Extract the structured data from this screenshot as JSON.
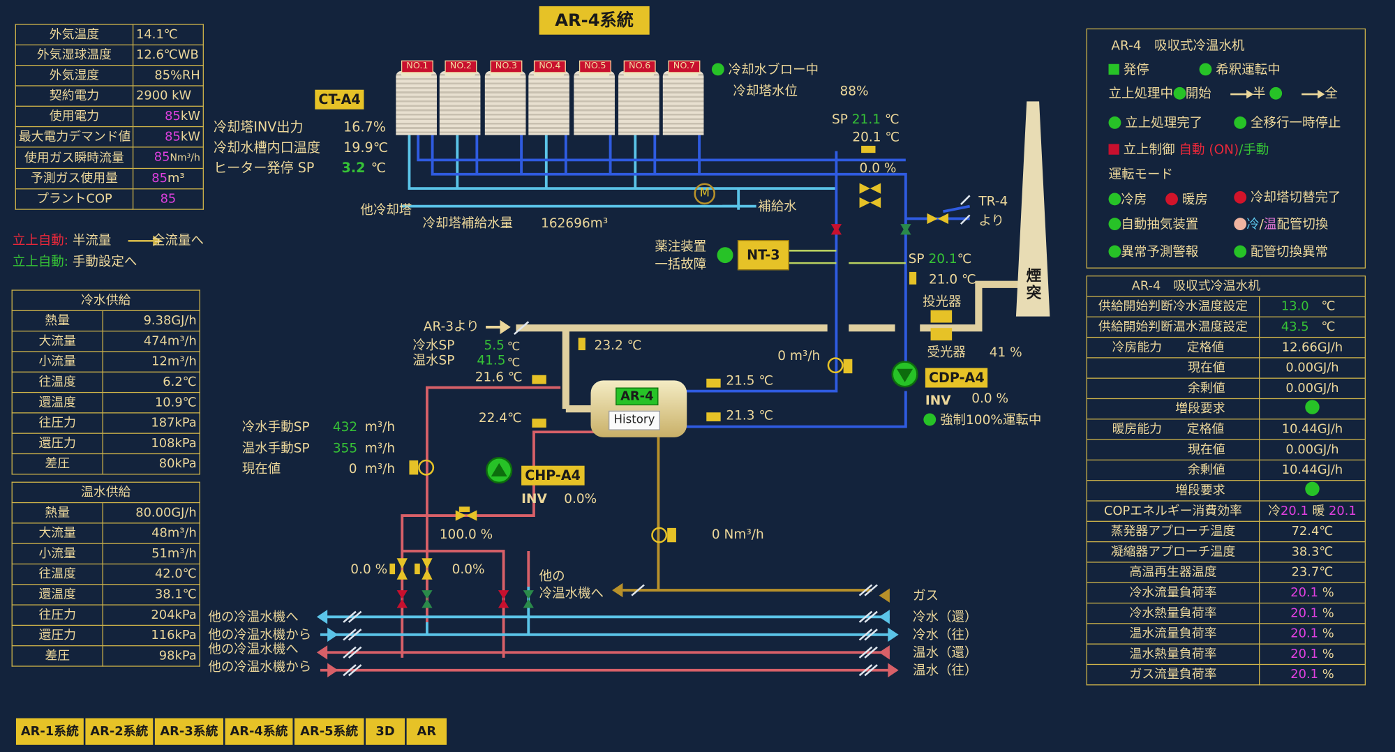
{
  "title": "AR-4系統",
  "top_table": {
    "rows": [
      {
        "label": "外気温度",
        "value": "14.1℃"
      },
      {
        "label": "外気湿球温度",
        "value": "12.6℃WB"
      },
      {
        "label": "外気湿度",
        "value": "85%RH"
      },
      {
        "label": "契約電力",
        "value": "2900 kW"
      },
      {
        "label": "使用電力",
        "value_num": "85",
        "value_unit": "kW"
      },
      {
        "label": "最大電力デマンド値",
        "value_num": "85",
        "value_unit": "kW"
      },
      {
        "label": "使用ガス瞬時流量",
        "value_num": "85",
        "value_unit": "Nm³/h"
      },
      {
        "label": "予測ガス使用量",
        "value_num": "85",
        "value_unit": "m³"
      },
      {
        "label": "プラントCOP",
        "value_num": "85",
        "value_unit": ""
      }
    ]
  },
  "auto_legend": {
    "line1_red": "立上自動:",
    "line1_text_a": "半流量",
    "line1_text_b": "全流量へ",
    "line2_green": "立上自動:",
    "line2_text": "手動設定へ"
  },
  "cold_supply": {
    "header": "冷水供給",
    "rows": [
      {
        "label": "熱量",
        "value": "9.38GJ/h"
      },
      {
        "label": "大流量",
        "value": "474m³/h"
      },
      {
        "label": "小流量",
        "value": "12m³/h"
      },
      {
        "label": "往温度",
        "value": "6.2℃"
      },
      {
        "label": "還温度",
        "value": "10.9℃"
      },
      {
        "label": "往圧力",
        "value": "187kPa"
      },
      {
        "label": "還圧力",
        "value": "108kPa"
      },
      {
        "label": "差圧",
        "value": "80kPa"
      }
    ]
  },
  "hot_supply": {
    "header": "温水供給",
    "rows": [
      {
        "label": "熱量",
        "value": "80.00GJ/h"
      },
      {
        "label": "大流量",
        "value": "48m³/h"
      },
      {
        "label": "小流量",
        "value": "51m³/h"
      },
      {
        "label": "往温度",
        "value": "42.0℃"
      },
      {
        "label": "還温度",
        "value": "38.1℃"
      },
      {
        "label": "往圧力",
        "value": "204kPa"
      },
      {
        "label": "還圧力",
        "value": "116kPa"
      },
      {
        "label": "差圧",
        "value": "98kPa"
      }
    ]
  },
  "towers": [
    "NO.1",
    "NO.2",
    "NO.3",
    "NO.4",
    "NO.5",
    "NO.6",
    "NO.7"
  ],
  "cooling_tower": {
    "label": "CT-A4",
    "rows": [
      {
        "label": "冷却塔INV出力",
        "value": "16.7%"
      },
      {
        "label": "冷却水槽内口温度",
        "value": "19.9℃"
      },
      {
        "label": "ヒーター発停 SP",
        "value": "3.2",
        "unit": "℃"
      }
    ],
    "blow": "冷却水ブロー中",
    "level_label": "冷却塔水位",
    "level_value": "88%",
    "other": "他冷却塔",
    "makeup": "補給水",
    "makeup_amount_label": "冷却塔補給水量",
    "makeup_amount_value": "162696m³",
    "motor": "M"
  },
  "sp_top": {
    "label": "SP",
    "sp": "21.1",
    "unit": "℃",
    "value": "20.1",
    "valve": "0.0 %"
  },
  "tr": {
    "label": "TR-4",
    "from": "より"
  },
  "chem": {
    "line1": "薬注装置",
    "line2": "一括故障",
    "unit": "NT-3"
  },
  "sp_mid": {
    "label": "SP",
    "sp": "20.1",
    "unit": "℃",
    "value": "21.0"
  },
  "chimney": {
    "label": "煙突"
  },
  "emitter": "投光器",
  "receiver": {
    "label": "受光器",
    "value": "41 %"
  },
  "ar3_from": "AR-3より",
  "sp_cold": {
    "label": "冷水SP",
    "value": "5.5",
    "unit": "℃"
  },
  "sp_hot": {
    "label": "温水SP",
    "value": "41.5",
    "unit": "℃"
  },
  "temps": {
    "t232": "23.2 ℃",
    "t216": "21.6 ℃",
    "t224": "22.4℃",
    "t215": "21.5 ℃",
    "t213": "21.3 ℃",
    "flow0": "0 m³/h"
  },
  "ar4": {
    "label": "AR-4",
    "history": "History"
  },
  "cdp": {
    "label": "CDP-A4",
    "inv": "INV",
    "value": "0.0 %",
    "forced": "強制100%運転中"
  },
  "chp": {
    "label": "CHP-A4",
    "inv": "INV",
    "value": "0.0%"
  },
  "manual_sp": {
    "cold_label": "冷水手動SP",
    "cold_value": "432",
    "cold_unit": "m³/h",
    "hot_label": "温水手動SP",
    "hot_value": "355",
    "hot_unit": "m³/h",
    "now_label": "現在値",
    "now_value": "0",
    "now_unit": "m³/h"
  },
  "valves": {
    "v100": "100.0 %",
    "v0a": "0.0 %",
    "v0b": "0.0%"
  },
  "gas_flow": "0 Nm³/h",
  "other_chiller": "他の",
  "other_chiller2": "冷温水機へ",
  "headers_left": [
    "他の冷温水機へ",
    "他の冷温水機から",
    "他の冷温水機へ",
    "他の冷温水機から"
  ],
  "headers_right": {
    "gas": "ガス",
    "c_ret": "冷水（還）",
    "c_sup": "冷水（往）",
    "h_ret": "温水（還）",
    "h_sup": "温水（往）"
  },
  "status_panel": {
    "title": "AR-4　吸収式冷温水机",
    "hatsu": "発停",
    "kishaku": "希釈運転中",
    "startup": "立上処理中",
    "open": "開始",
    "half": "半",
    "full": "全",
    "done": "立上処理完了",
    "pause": "全移行一時停止",
    "control": "立上制御",
    "auto": "自動",
    "on": "(ON)",
    "manual": "/手動",
    "mode": "運転モード",
    "cool": "冷房",
    "heat": "暖房",
    "switch_done": "冷却塔切替完了",
    "vent": "自動抽気装置",
    "cold_warm_a": "冷",
    "cold_warm_b": "/",
    "cold_warm_c": "温",
    "cold_warm_d": "配管切換",
    "predict": "異常予測警報",
    "pipe_err": "配管切換異常"
  },
  "right_table": {
    "title": "AR-4　吸収式冷温水机",
    "rows": [
      {
        "label": "供給開始判断冷水温度設定",
        "value": "13.0",
        "unit": "℃",
        "type": "green"
      },
      {
        "label": "供給開始判断温水温度設定",
        "value": "43.5",
        "unit": "℃",
        "type": "green"
      },
      {
        "label": "冷房能力　　定格値",
        "value": "12.66GJ/h"
      },
      {
        "label": "現在値",
        "value": "0.00GJ/h"
      },
      {
        "label": "余剰値",
        "value": "0.00GJ/h"
      },
      {
        "label": "増段要求",
        "value": "",
        "type": "dot"
      },
      {
        "label": "暖房能力　　定格値",
        "value": "10.44GJ/h"
      },
      {
        "label": "現在値",
        "value": "0.00GJ/h"
      },
      {
        "label": "余剰値",
        "value": "10.44GJ/h"
      },
      {
        "label": "増段要求",
        "value": "",
        "type": "dot"
      },
      {
        "label": "COPエネルギー消費効率",
        "value": "冷20.1 暖 20.1",
        "type": "cop",
        "cop_a": "冷",
        "cop_b": "20.1",
        "cop_c": " 暖 ",
        "cop_d": "20.1"
      },
      {
        "label": "蒸発器アプローチ温度",
        "value": "72.4℃"
      },
      {
        "label": "凝縮器アプローチ温度",
        "value": "38.3℃"
      },
      {
        "label": "高温再生器温度",
        "value": "23.7℃"
      },
      {
        "label": "冷水流量負荷率",
        "value": "20.1 %",
        "type": "mag",
        "num": "20.1",
        "unit": " %"
      },
      {
        "label": "冷水熱量負荷率",
        "value": "20.1 %",
        "type": "mag",
        "num": "20.1",
        "unit": " %"
      },
      {
        "label": "温水流量負荷率",
        "value": "20.1 %",
        "type": "mag",
        "num": "20.1",
        "unit": " %"
      },
      {
        "label": "温水熱量負荷率",
        "value": "20.1 %",
        "type": "mag",
        "num": "20.1",
        "unit": " %"
      },
      {
        "label": "ガス流量負荷率",
        "value": "20.1 %",
        "type": "mag",
        "num": "20.1",
        "unit": " %"
      }
    ]
  },
  "nav": [
    "AR-1系統",
    "AR-2系統",
    "AR-3系統",
    "AR-4系統",
    "AR-5系統",
    "3D",
    "AR"
  ],
  "colors": {
    "bg": "#13233c",
    "gold": "#e6c227",
    "pipe_blue": "#2f5be0",
    "pipe_cyan": "#5bc4e8",
    "pipe_red": "#d86068",
    "pipe_brown": "#b8912a",
    "ok_green": "#27c227"
  }
}
